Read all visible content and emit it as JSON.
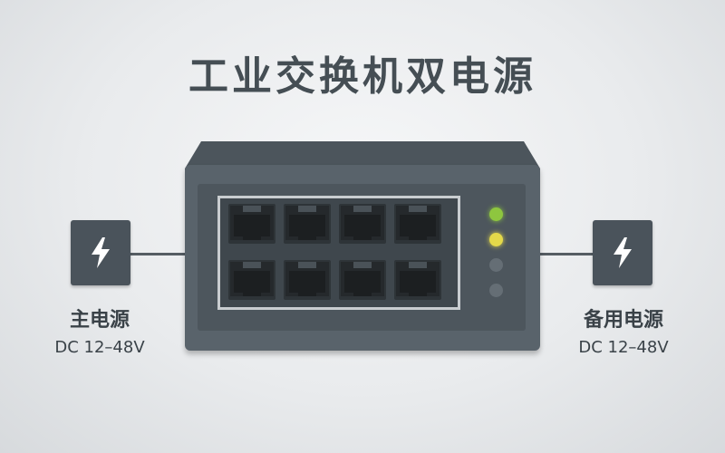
{
  "title": "工业交换机双电源",
  "main_power": {
    "label": "主电源",
    "spec": "DC 12–48V"
  },
  "backup_power": {
    "label": "备用电源",
    "spec": "DC 12–48V"
  },
  "switch": {
    "ports": 8,
    "leds": [
      {
        "state": "on",
        "color": "#8ec63f"
      },
      {
        "state": "on",
        "color": "#e4d94a"
      },
      {
        "state": "off",
        "color": "#656e75"
      },
      {
        "state": "off",
        "color": "#656e75"
      }
    ]
  },
  "colors": {
    "title": "#454e54",
    "device": "#4a535b",
    "port_frame": "#c9cdd0"
  },
  "icons": {
    "power": "lightning-bolt-icon"
  }
}
